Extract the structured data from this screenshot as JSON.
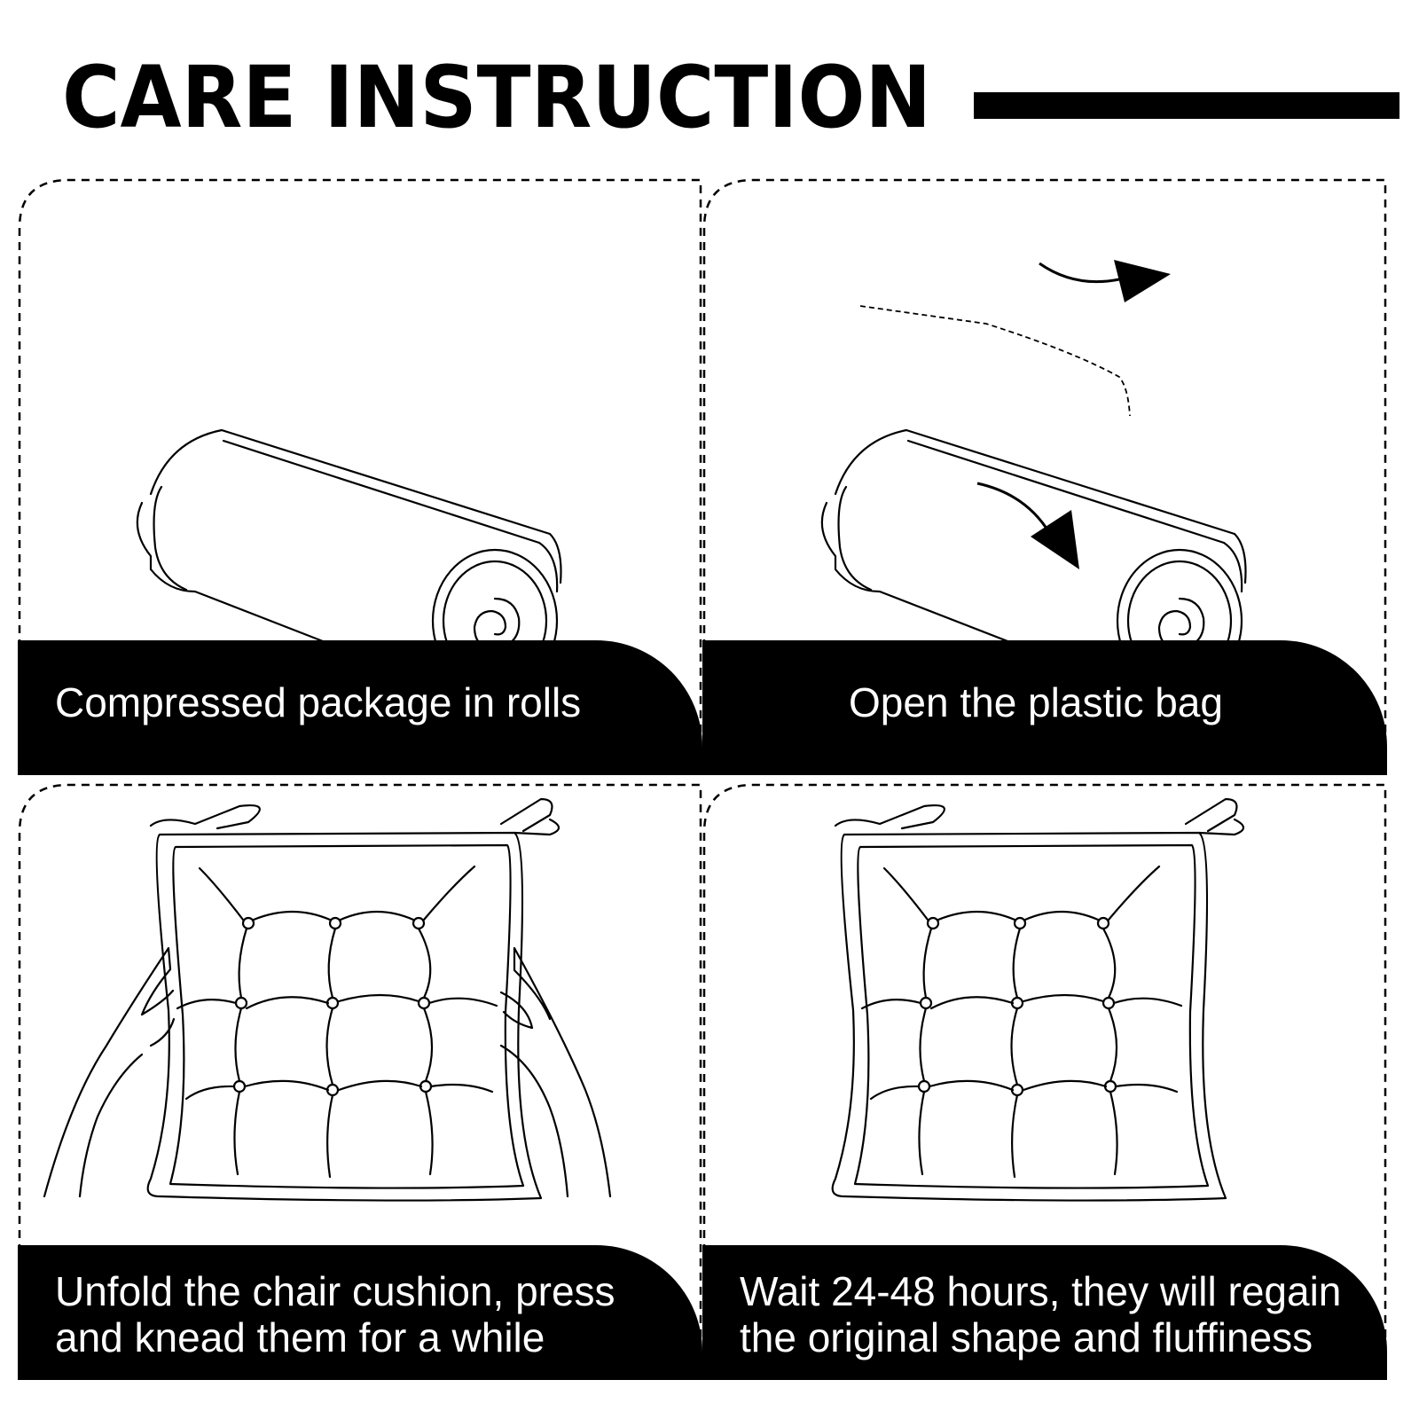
{
  "header": {
    "title": "CARE INSTRUCTION"
  },
  "panels": [
    {
      "caption": "Compressed package in rolls",
      "illustration": "rolled-cushion"
    },
    {
      "caption": "Open the plastic bag",
      "illustration": "rolled-cushion-with-arrows"
    },
    {
      "caption": "Unfold the chair cushion, press\nand knead them for a while",
      "illustration": "cushion-held-by-hands"
    },
    {
      "caption": "Wait 24-48 hours, they will regain\nthe original shape and fluffiness",
      "illustration": "fluffed-cushion"
    }
  ],
  "colors": {
    "ink": "#000000",
    "background": "#ffffff",
    "caption_text": "#ffffff"
  }
}
